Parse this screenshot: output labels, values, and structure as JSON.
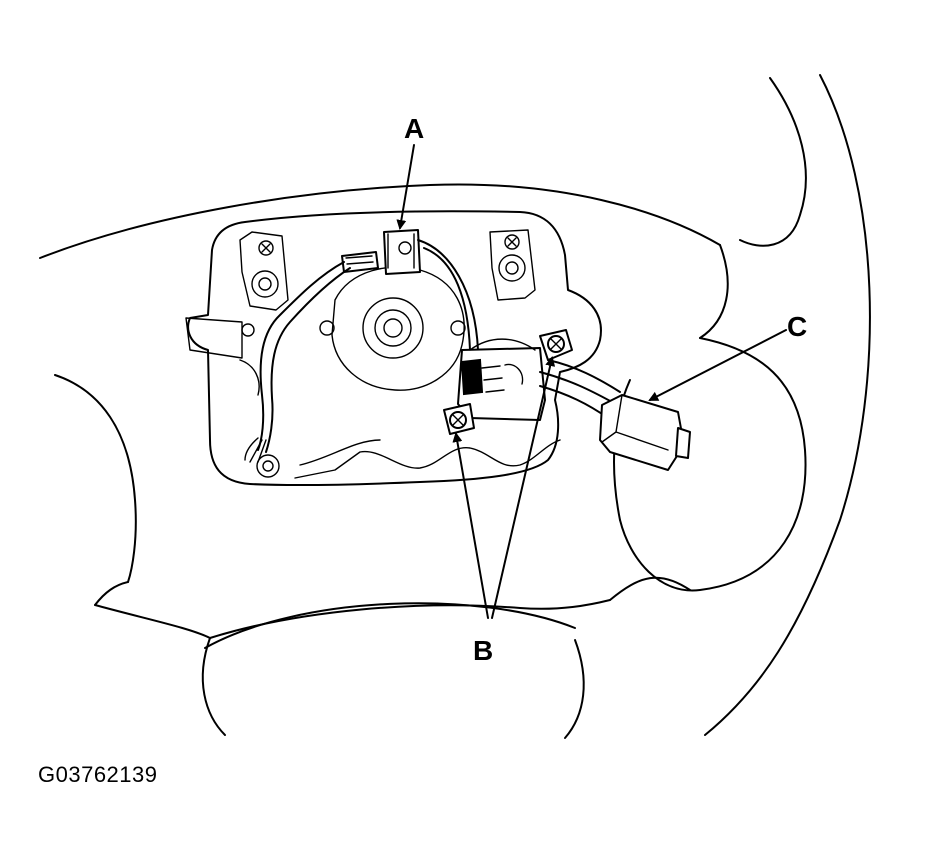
{
  "callouts": {
    "a": "A",
    "b": "B",
    "c": "C"
  },
  "figure_id": "G03762139"
}
